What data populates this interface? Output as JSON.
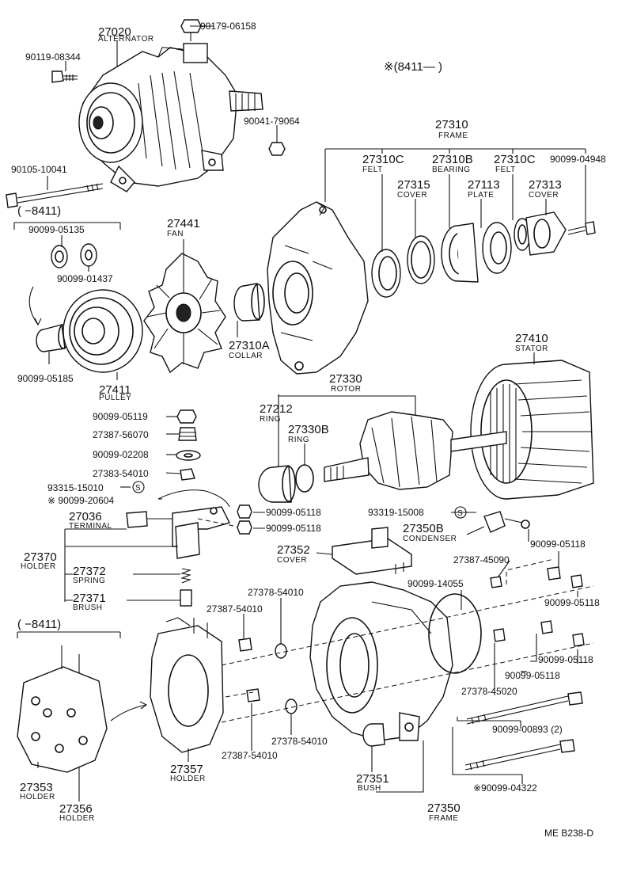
{
  "labels": {
    "p27020": "27020",
    "c_alternator": "ALTERNATOR",
    "p90179": "90179-06158",
    "p90119": "90119-08344",
    "p90041": "90041-79064",
    "p90105": "90105-10041",
    "p8411a": "※(8411—      )",
    "p8411b": "(      −8411)",
    "p8411c": "(      −8411)",
    "p90099_05135": "90099-05135",
    "p90099_01437": "90099-01437",
    "p90099_05185": "90099-05185",
    "p27411": "27411",
    "c_pulley": "PULLEY",
    "p27441": "27441",
    "c_fan": "FAN",
    "p27310A": "27310A",
    "c_collar": "COLLAR",
    "p27310": "27310",
    "c_frame1": "FRAME",
    "p27310C_1": "27310C",
    "c_felt1": "FELT",
    "p27315": "27315",
    "c_cover1": "COVER",
    "p27310B": "27310B",
    "c_bearing": "BEARING",
    "p27113": "27113",
    "c_plate": "PLATE",
    "p27310C_2": "27310C",
    "c_felt2": "FELT",
    "p27313": "27313",
    "c_cover2": "COVER",
    "p90099_04948": "90099-04948",
    "p27410": "27410",
    "c_stator": "STATOR",
    "p27330": "27330",
    "c_rotor": "ROTOR",
    "p27212": "27212",
    "c_ring1": "RING",
    "p27330B": "27330B",
    "c_ring2": "RING",
    "p90099_05119": "90099-05119",
    "p27387_56070": "27387-56070",
    "p90099_02208": "90099-02208",
    "p27383_54010": "27383-54010",
    "p93315": "93315-15010",
    "p90099_20604": "※ 90099-20604",
    "p27036": "27036",
    "c_terminal": "TERMINAL",
    "p90099_05118_a": "90099-05118",
    "p90099_05118_b": "90099-05118",
    "p27370": "27370",
    "c_holder1": "HOLDER",
    "p27372": "27372",
    "c_spring": "SPRING",
    "p27371": "27371",
    "c_brush": "BRUSH",
    "p93319": "93319-15008",
    "p27350B": "27350B",
    "c_condenser": "CONDENSER",
    "p27352": "27352",
    "c_cover3": "COVER",
    "p90099_05118_c": "90099-05118",
    "p27387_45090": "27387-45090",
    "p90099_14055": "90099-14055",
    "p27378_54010_a": "27378-54010",
    "p27387_54010_a": "27387-54010",
    "p90099_05118_d": "90099-05118",
    "p90099_05118_e": "90099-05118",
    "p90099_05118_f": "90099-05118",
    "p27378_45020": "27378-45020",
    "p90099_00893": "90099-00893 (2)",
    "p27387_54010_b": "27387-54010",
    "p27378_54010_b": "27378-54010",
    "p27353": "27353",
    "c_holder2": "HOLDER",
    "p27356": "27356",
    "c_holder3": "HOLDER",
    "p27357": "27357",
    "c_holder4": "HOLDER",
    "p27351": "27351",
    "c_bush": "BUSH",
    "p90099_04322": "※90099-04322",
    "p27350": "27350",
    "c_frame2": "FRAME",
    "code": "ME B238-D"
  }
}
